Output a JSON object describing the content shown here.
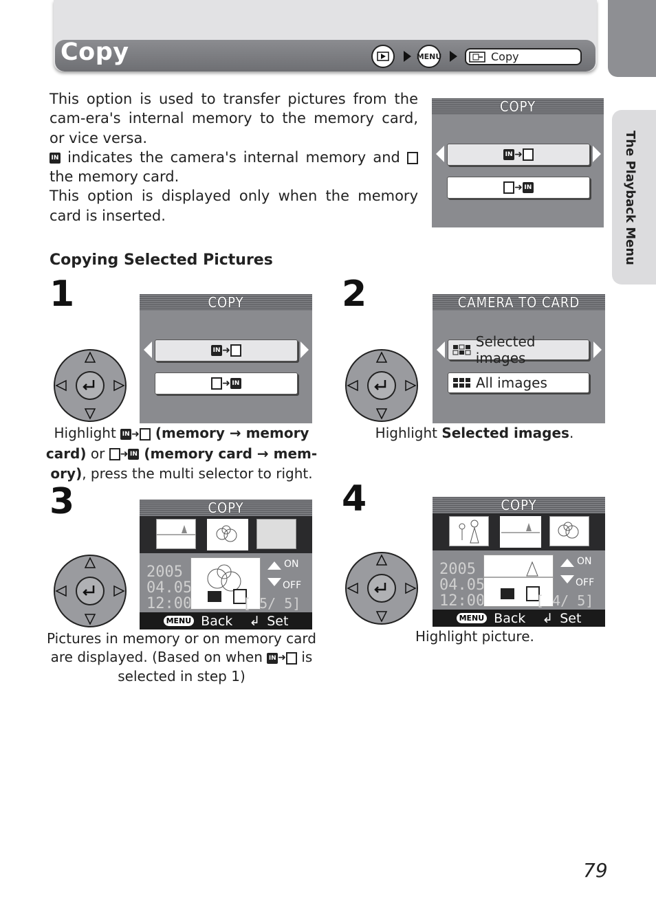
{
  "header": {
    "title": "Copy",
    "play_icon": "play-icon",
    "menu_label": "MENU",
    "crumb_label": "Copy"
  },
  "side_tab": "The Playback Menu",
  "intro": {
    "p1": "This option is used to transfer pictures from the cam-era's internal memory to the memory card, or vice versa.",
    "p2a": " indicates the camera's internal memory and ",
    "p2b": " the memory card.",
    "p3": "This option is displayed only when the memory card is inserted."
  },
  "top_screen": {
    "title": "COPY"
  },
  "subheading": "Copying Selected Pictures",
  "step1": {
    "number": "1",
    "screen_title": "COPY",
    "caption": {
      "w1": "Highlight ",
      "b1": " (memory → memory card)",
      "w2": " or ",
      "b2": " (memory card → mem-ory)",
      "w3": ", press the multi selector to right."
    }
  },
  "step2": {
    "number": "2",
    "screen_title": "CAMERA TO CARD",
    "option1": "Selected images",
    "option2": "All images",
    "caption_pre": "Highlight ",
    "caption_bold": "Selected images",
    "caption_post": "."
  },
  "step3": {
    "number": "3",
    "screen_title": "COPY",
    "date": [
      "2005",
      "04.05",
      "12:00"
    ],
    "on": "ON",
    "off": "OFF",
    "counter": "[ 5/  5]",
    "menu_label": "MENU",
    "back": "Back",
    "set": "Set",
    "caption_a": "Pictures in memory or on memory card are displayed. (Based on when ",
    "caption_b": " is selected in step 1)"
  },
  "step4": {
    "number": "4",
    "screen_title": "COPY",
    "date": [
      "2005",
      "04.05",
      "12:00"
    ],
    "on": "ON",
    "off": "OFF",
    "counter": "[ 4/  5]",
    "menu_label": "MENU",
    "back": "Back",
    "set": "Set",
    "caption": "Highlight picture."
  },
  "page_number": "79",
  "colors": {
    "header_bar": "#7c7d81",
    "lcd": "#8a8b8f",
    "tab": "#dcdcde"
  }
}
